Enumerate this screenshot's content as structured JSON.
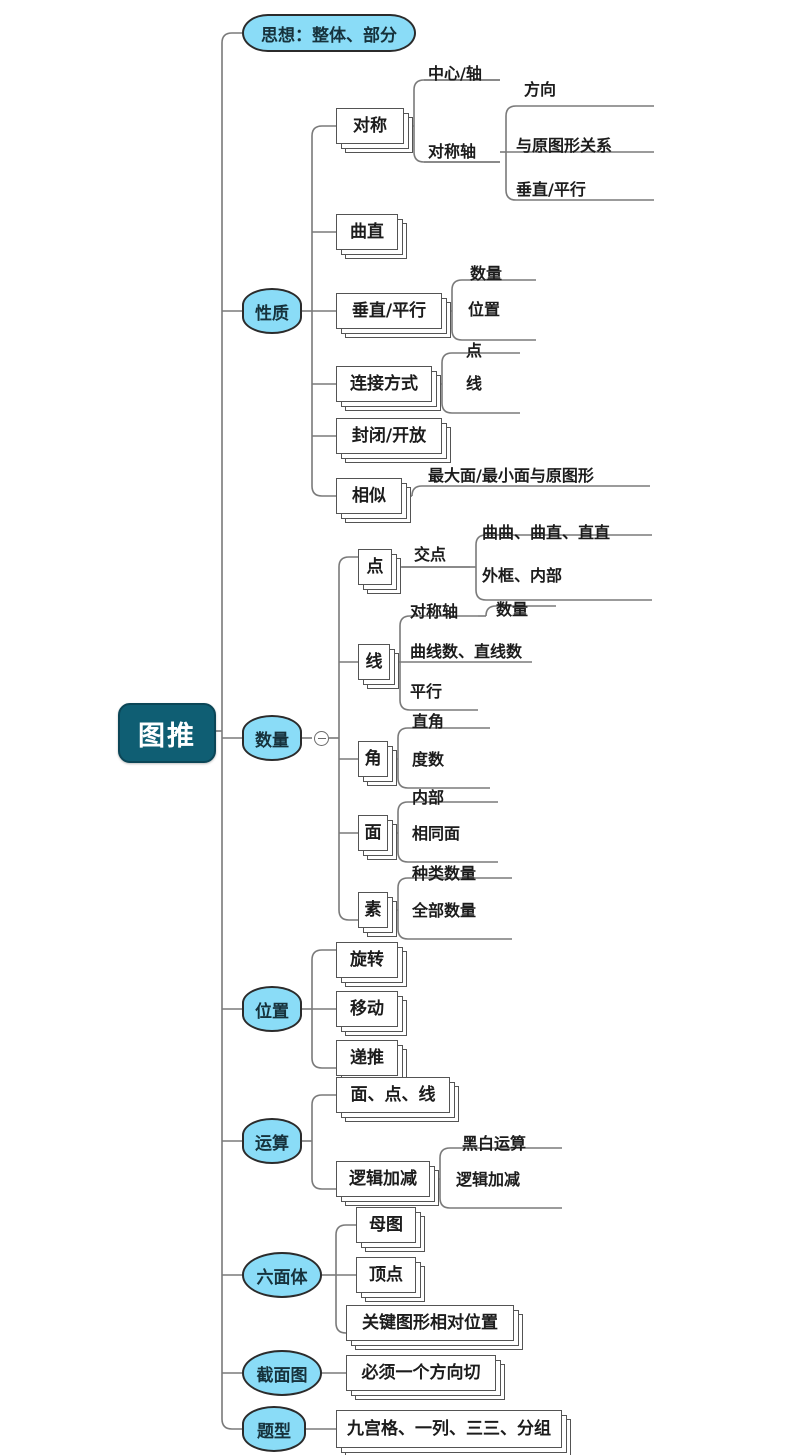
{
  "root": {
    "label": "图推"
  },
  "top_idea": {
    "label": "思想：整体、部分"
  },
  "branches": {
    "xingzhi": {
      "label": "性质"
    },
    "shuliang": {
      "label": "数量"
    },
    "weizhi": {
      "label": "位置"
    },
    "yunsuan": {
      "label": "运算"
    },
    "liumianti": {
      "label": "六面体"
    },
    "jiemiantu": {
      "label": "截面图"
    },
    "tixing": {
      "label": "题型"
    }
  },
  "nodes": {
    "duichen": "对称",
    "duichen_c1": "中心/轴",
    "duichen_c2": "对称轴",
    "duichenzhou_c1": "方向",
    "duichenzhou_c2": "与原图形关系",
    "duichenzhou_c3": "垂直/平行",
    "quzhi": "曲直",
    "chuizhipingxing": "垂直/平行",
    "chuizhi_c1": "数量",
    "chuizhi_c2": "位置",
    "lianjiefangshi": "连接方式",
    "lianjie_c1": "点",
    "lianjie_c2": "线",
    "fengbikaifang": "封闭/开放",
    "xiangsi": "相似",
    "xiangsi_c1": "最大面/最小面与原图形",
    "dian": "点",
    "dian_c1": "交点",
    "jiaodian_c1": "曲曲、曲直、直直",
    "jiaodian_c2": "外框、内部",
    "xian": "线",
    "xian_c1": "对称轴",
    "duichenzhou2_c1": "数量",
    "xian_c2": "曲线数、直线数",
    "xian_c3": "平行",
    "jiao": "角",
    "jiao_c1": "直角",
    "jiao_c2": "度数",
    "mian": "面",
    "mian_c1": "内部",
    "mian_c2": "相同面",
    "su": "素",
    "su_c1": "种类数量",
    "su_c2": "全部数量",
    "xuanzhuan": "旋转",
    "yidong": "移动",
    "ditui": "递推",
    "miandianxian": "面、点、线",
    "luojijiajian": "逻辑加减",
    "luoji_c1": "黑白运算",
    "luoji_c2": "逻辑加减",
    "mutu": "母图",
    "dingdian": "顶点",
    "guanjian": "关键图形相对位置",
    "bixu": "必须一个方向切",
    "jiugonge": "九宫格、一列、三三、分组"
  },
  "colors": {
    "root_fill": "#0f5e73",
    "root_text": "#ffffff",
    "pill_fill": "#8adcf7",
    "pill_stroke": "#2b2b2b",
    "card_fill": "#ffffff",
    "card_stroke": "#545454",
    "wire": "#7a7a7a",
    "text": "#1c1c1c"
  },
  "icons": {
    "collapse": "collapse-minus-icon"
  }
}
